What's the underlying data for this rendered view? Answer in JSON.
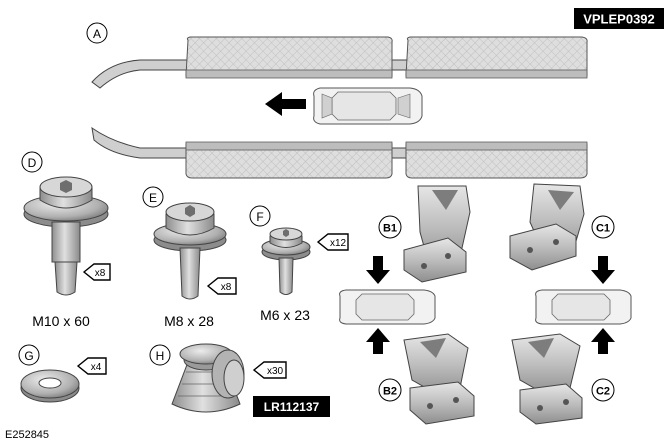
{
  "document_code": "VPLEP0392",
  "part_number": "LR112137",
  "figure_id": "E252845",
  "callouts": {
    "A": "A",
    "B1": "B1",
    "B2": "B2",
    "C1": "C1",
    "C2": "C2",
    "D": "D",
    "E": "E",
    "F": "F",
    "G": "G",
    "H": "H"
  },
  "fasteners": {
    "D": {
      "size": "M10 x 60",
      "qty": "x8"
    },
    "E": {
      "size": "M8 x 28",
      "qty": "x8"
    },
    "F": {
      "size": "M6 x 23",
      "qty": "x12"
    },
    "G": {
      "qty": "x4"
    },
    "H": {
      "qty": "x30"
    }
  },
  "colors": {
    "metal_light": "#d9d9d9",
    "metal_mid": "#b5b5b5",
    "metal_dark": "#7a7a7a",
    "outline": "#333333",
    "label_bg": "#000000",
    "label_fg": "#ffffff"
  }
}
